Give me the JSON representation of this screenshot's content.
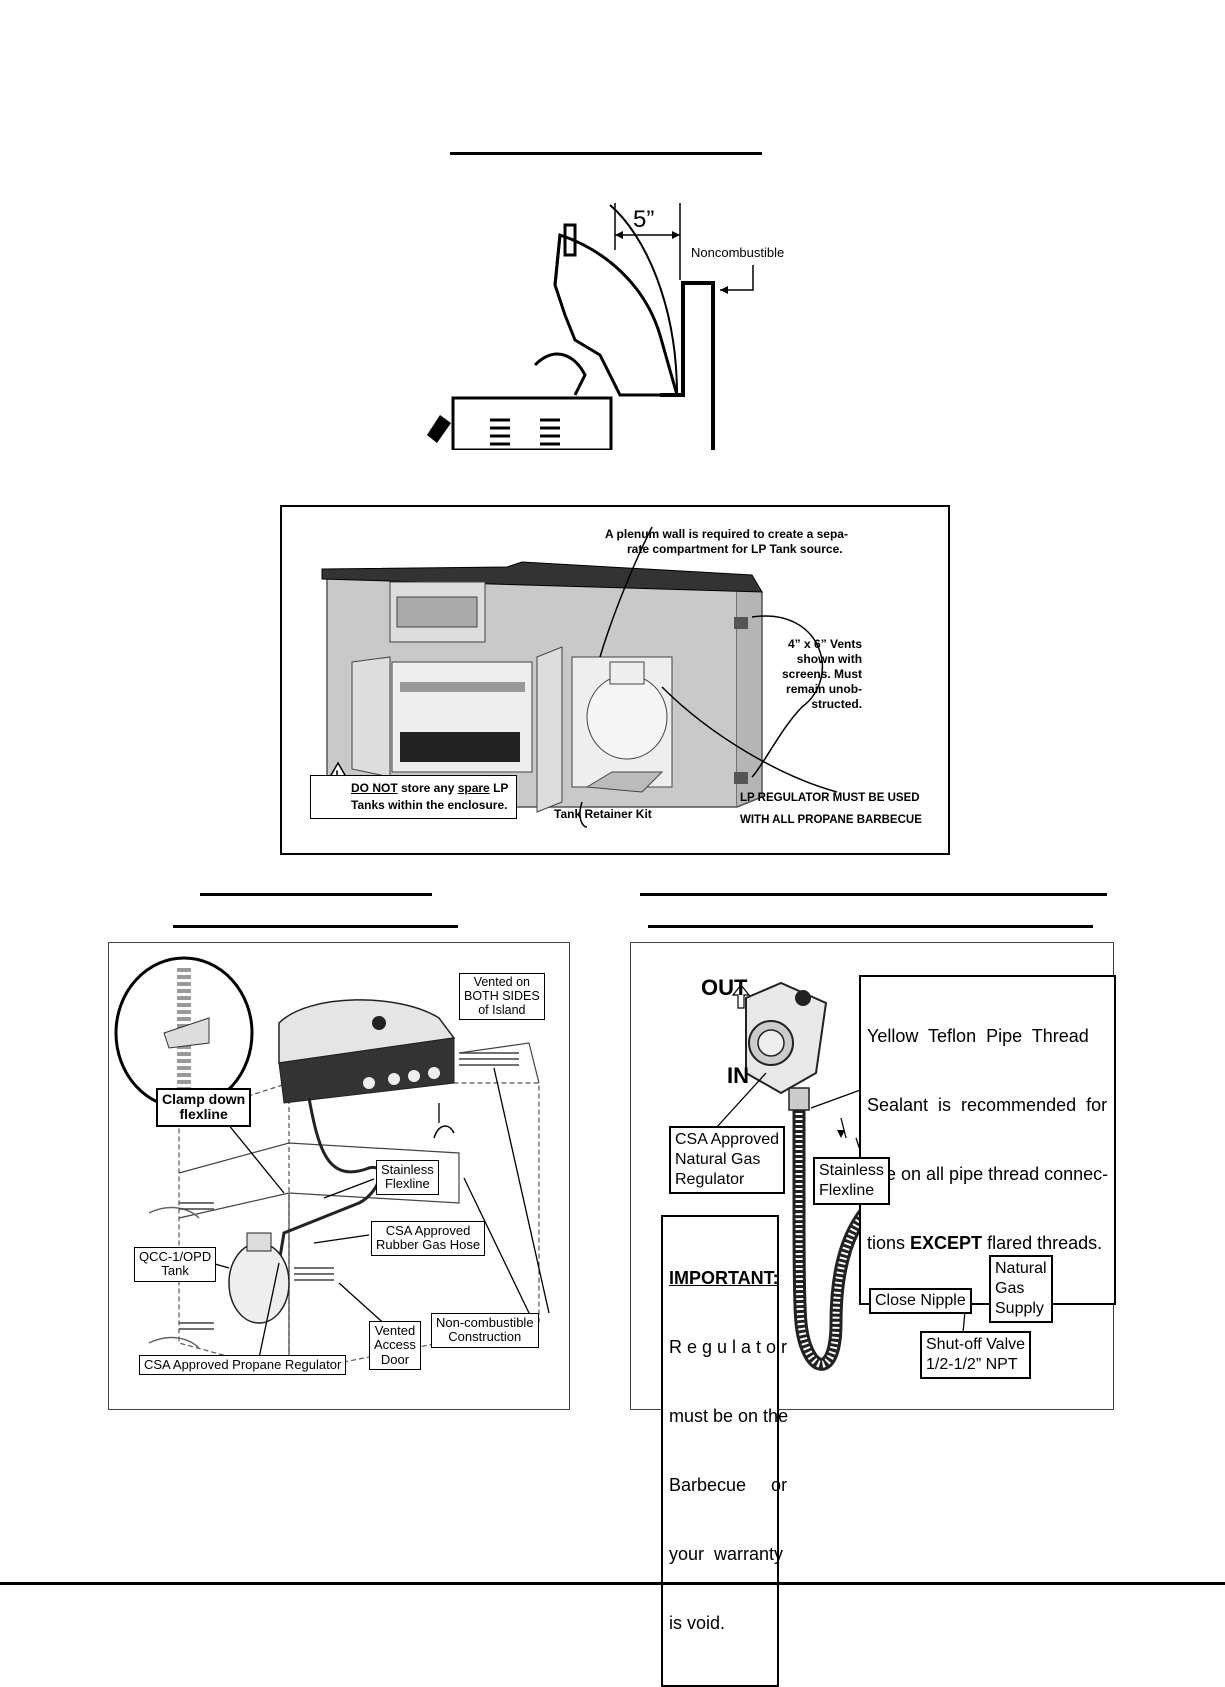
{
  "clearance": {
    "dimension": "5”",
    "noncombustible": "Noncombustible"
  },
  "lp_enclosure": {
    "plenum_note": [
      "A plenum wall is required to create a sepa-",
      "rate compartment for LP Tank source."
    ],
    "vents_note": [
      "4” x 6” Vents",
      "shown with",
      "screens. Must",
      "remain unob-",
      "structed."
    ],
    "warning_parts": {
      "do_not": "DO NOT",
      "store_any": " store any ",
      "spare": "spare",
      "lp": " LP",
      "line2": "Tanks within the enclosure."
    },
    "tank_retainer": "Tank Retainer Kit",
    "regulator_note": [
      "LP REGULATOR MUST BE USED",
      "WITH ALL PROPANE BARBECUE"
    ]
  },
  "propane_install": {
    "clamp": [
      "Clamp down",
      "flexline"
    ],
    "vented_sides": [
      "Vented on",
      "BOTH SIDES",
      "of Island"
    ],
    "stainless_flexline": [
      "Stainless",
      "Flexline"
    ],
    "rubber_hose": [
      "CSA Approved",
      "Rubber Gas Hose"
    ],
    "tank": [
      "QCC-1/OPD",
      "Tank"
    ],
    "access_door": [
      "Vented",
      "Access",
      "Door"
    ],
    "construction": [
      "Non-combustible",
      "Construction"
    ],
    "propane_regulator": "CSA Approved Propane Regulator"
  },
  "natural_gas_install": {
    "out": "OUT",
    "in": "IN",
    "sealant": {
      "line1": "Yellow  Teflon  Pipe  Thread",
      "line2": "Sealant  is  recommended  for",
      "line3": "use on all pipe thread connec-",
      "line4_pre": "tions ",
      "line4_bold": "EXCEPT",
      "line4_post": " flared threads."
    },
    "ng_regulator": [
      "CSA Approved",
      "Natural Gas",
      "Regulator"
    ],
    "stainless_flexline": [
      "Stainless",
      "Flexline"
    ],
    "important_title": "IMPORTANT:",
    "important_body": [
      "R e g u l a t o r",
      "must be on the",
      "Barbecue     or",
      "your  warranty",
      "is void."
    ],
    "close_nipple": "Close Nipple",
    "ng_supply": [
      "Natural",
      "Gas",
      "Supply"
    ],
    "shutoff": [
      "Shut-off Valve",
      "1/2-1/2” NPT"
    ]
  }
}
